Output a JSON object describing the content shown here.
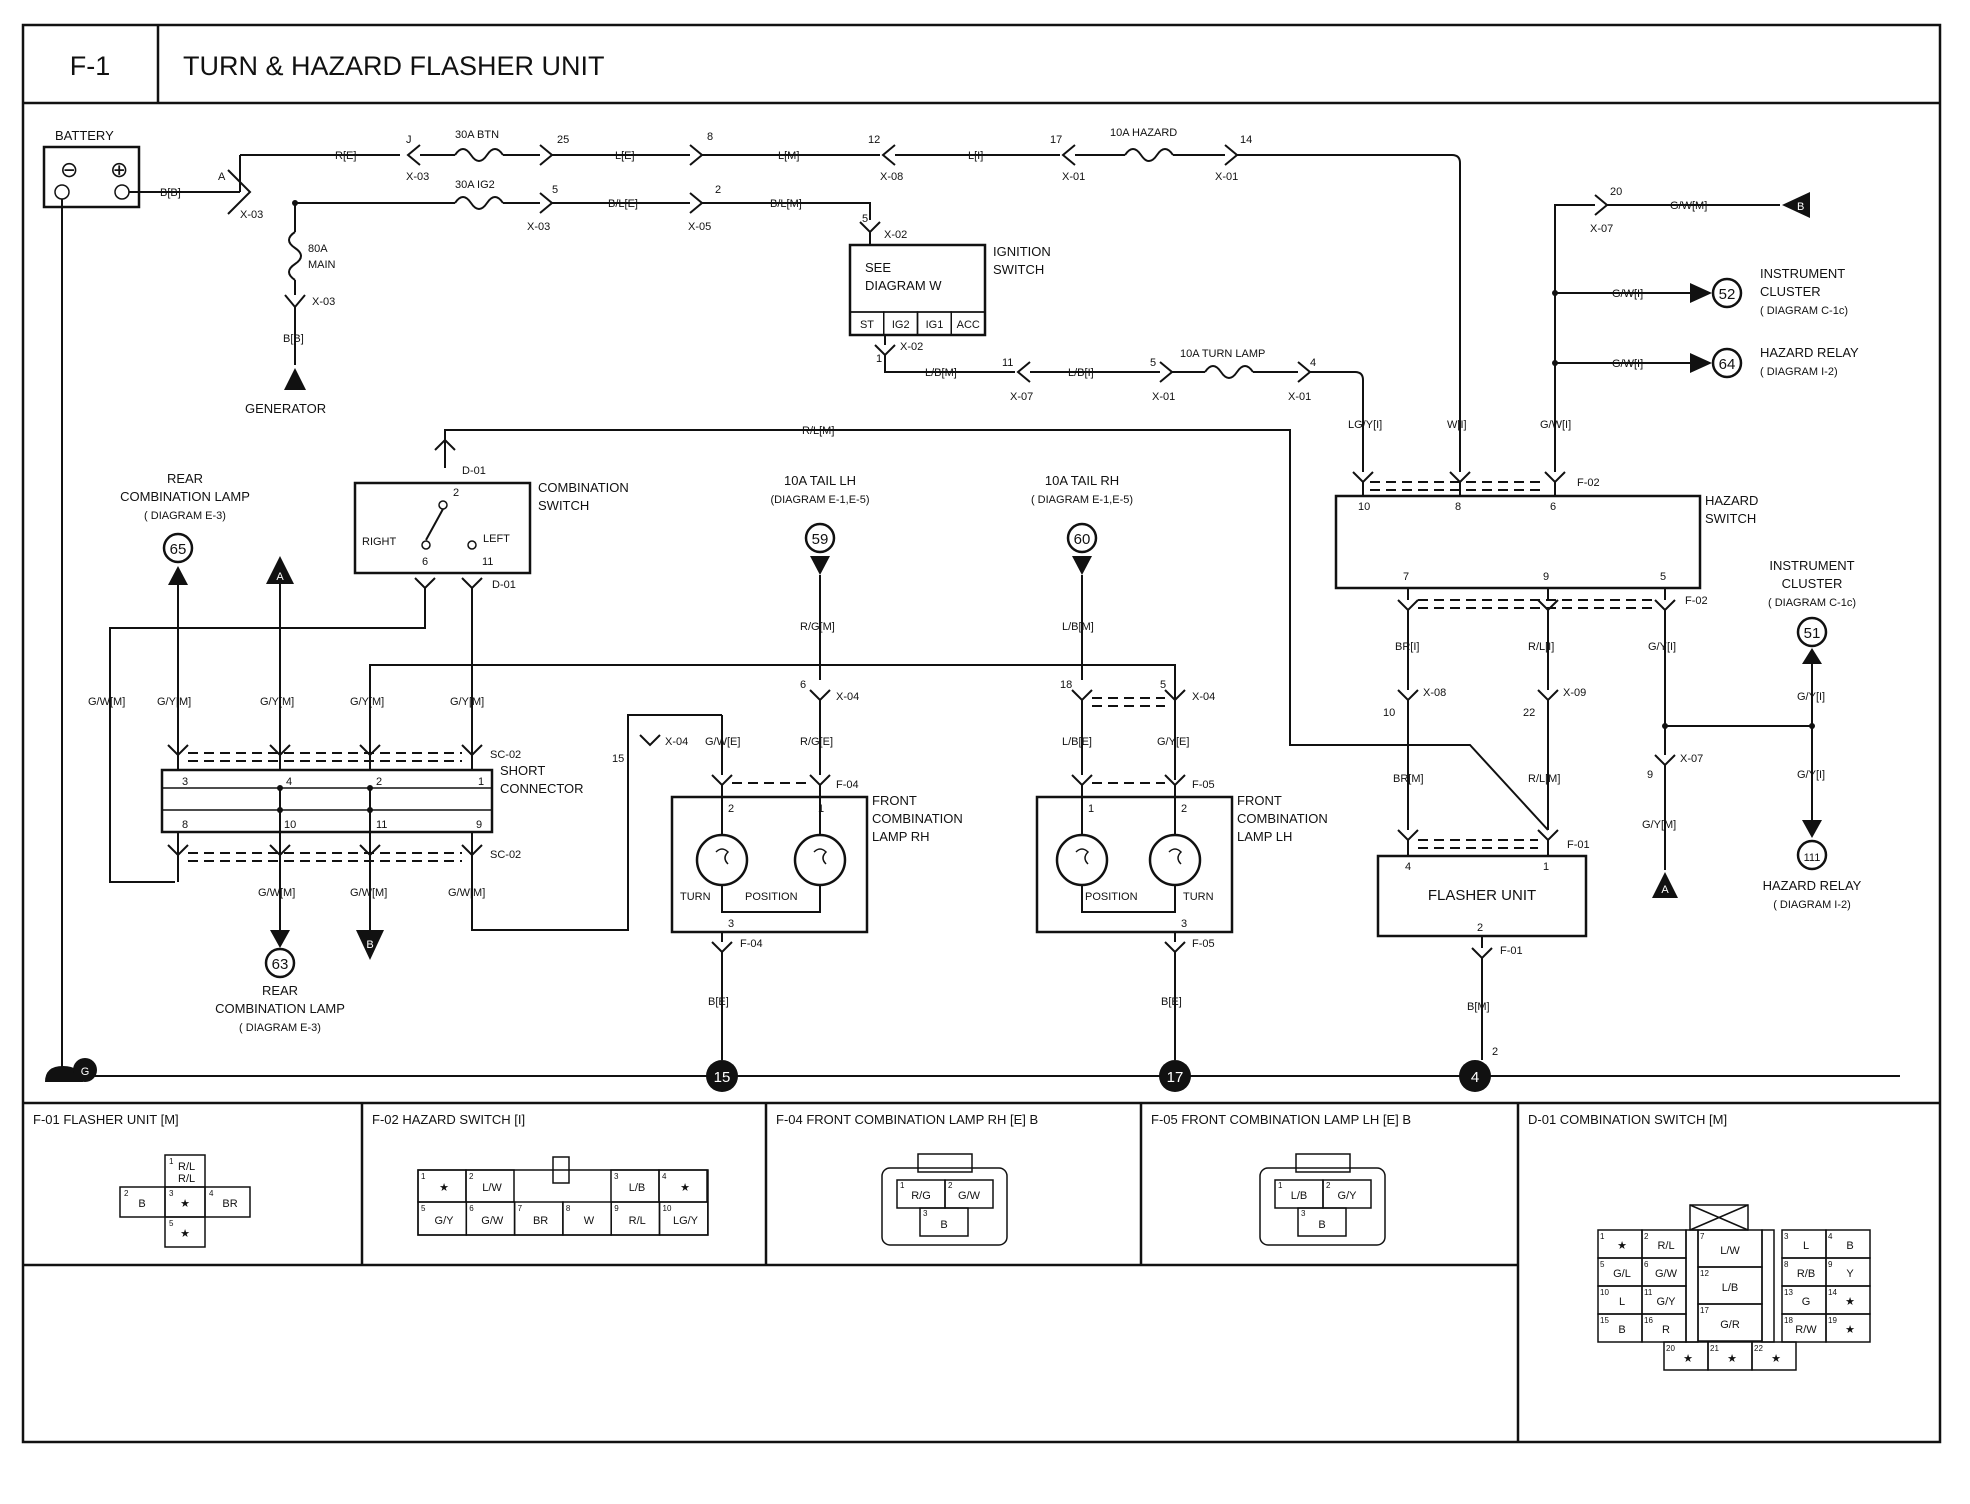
{
  "header": {
    "code": "F-1",
    "title": "TURN & HAZARD FLASHER UNIT"
  },
  "battery": {
    "label": "BATTERY",
    "plus": "⊕",
    "minus": "⊖"
  },
  "wires": {
    "r_e": "R[E]",
    "b_b": "B[B]",
    "l_e": "L[E]",
    "l_m": "L[M]",
    "l_i": "L[I]",
    "bl_e": "B/L[E]",
    "bl_m": "B/L[M]",
    "b_b2": "B[B]",
    "lb_m": "L/B[M]",
    "lb_i": "L/B[I]",
    "gw_m_top": "G/W[M]",
    "gw_i_52": "G/W[I]",
    "gw_i_64": "G/W[I]",
    "gw_i_hz": "G/W[I]",
    "lgy_i": "LG/Y[I]",
    "w_i": "W[I]",
    "rl_m": "R/L[M]",
    "br_i": "BR[I]",
    "rl_i": "R/L[I]",
    "gy_i": "G/Y[I]",
    "br_m": "BR[M]",
    "rl_m2": "R/L[M]",
    "gy_m_r": "G/Y[M]",
    "gy_i_51": "G/Y[I]",
    "gy_i_111": "G/Y[I]",
    "b_m": "B[M]",
    "gw_m_l": "G/W[M]",
    "gy_m1": "G/Y[M]",
    "gy_m2": "G/Y[M]",
    "gy_m3": "G/Y[M]",
    "gy_m4": "G/Y[M]",
    "gw_m_b1": "G/W[M]",
    "gw_m_b2": "G/W[M]",
    "gw_m_b3": "G/W[M]",
    "gw_e": "G/W[E]",
    "rg_e": "R/G[E]",
    "rg_m": "R/G[M]",
    "lb_m2": "L/B[M]",
    "lb_e": "L/B[E]",
    "gy_e": "G/Y[E]",
    "b_e1": "B[E]",
    "b_e2": "B[E]"
  },
  "connectors": {
    "j": "J",
    "x03a": "X-03",
    "x03b": "X-03",
    "x03c": "X-03",
    "x03d": "X-03",
    "x05": "X-05",
    "x08a": "X-08",
    "x01a": "X-01",
    "x01b": "X-01",
    "x01c": "X-01",
    "x01d": "X-01",
    "x02a": "X-02",
    "x02b": "X-02",
    "x07a": "X-07",
    "x07b": "X-07",
    "x07c": "X-07",
    "x08b": "X-08",
    "x09": "X-09",
    "x04a": "X-04",
    "x04b": "X-04",
    "x04c": "X-04",
    "d01a": "D-01",
    "d01b": "D-01",
    "sc02a": "SC-02",
    "sc02b": "SC-02",
    "f02a": "F-02",
    "f02b": "F-02",
    "f01a": "F-01",
    "f01b": "F-01",
    "f04a": "F-04",
    "f04b": "F-04",
    "f05a": "F-05",
    "f05b": "F-05",
    "a": "A",
    "n25": "25",
    "n8": "8",
    "n12": "12",
    "n17": "17",
    "n14": "14",
    "n5a": "5",
    "n2a": "2",
    "n5b": "5",
    "n1a": "1",
    "n11": "11",
    "n5c": "5",
    "n4": "4",
    "n20": "20",
    "n10a": "10",
    "n8b": "8",
    "n6a": "6",
    "n7": "7",
    "n9a": "9",
    "n5d": "5",
    "n10b": "10",
    "n22": "22",
    "n9b": "9",
    "n4b": "4",
    "n1b": "1",
    "n2b": "2",
    "n15": "15",
    "n6b": "6",
    "n1c": "1",
    "n2c": "2",
    "n18": "18",
    "n5e": "5",
    "n1d": "1",
    "n2d": "2",
    "n3a": "3",
    "n3b": "3",
    "n2e": "2",
    "n6c": "6",
    "n11b": "11",
    "sc3": "3",
    "sc4": "4",
    "sc2": "2",
    "sc1": "1",
    "sc8": "8",
    "sc10": "10",
    "sc11": "11",
    "sc9": "9",
    "gnd2": "2"
  },
  "fuses": {
    "btn": "30A BTN",
    "ig2": "30A IG2",
    "main_a": "80A",
    "main_b": "MAIN",
    "hazard": "10A HAZARD",
    "turn": "10A TURN LAMP"
  },
  "components": {
    "generator": "GENERATOR",
    "ign_see": "SEE",
    "ign_diag": "DIAGRAM  W",
    "ign_name1": "IGNITION",
    "ign_name2": "SWITCH",
    "ign_pins": [
      "ST",
      "IG2",
      "IG1",
      "ACC"
    ],
    "comb_sw1": "COMBINATION",
    "comb_sw2": "SWITCH",
    "right": "RIGHT",
    "left": "LEFT",
    "short_con1": "SHORT",
    "short_con2": "CONNECTOR",
    "hazard_sw1": "HAZARD",
    "hazard_sw2": "SWITCH",
    "flasher": "FLASHER UNIT",
    "fcl_rh1": "FRONT",
    "fcl_rh2": "COMBINATION",
    "fcl_rh3": "LAMP RH",
    "fcl_lh1": "FRONT",
    "fcl_lh2": "COMBINATION",
    "fcl_lh3": "LAMP LH",
    "turn": "TURN",
    "position": "POSITION",
    "position2": "POSITION",
    "turn2": "TURN"
  },
  "refs": {
    "r65_a": "REAR",
    "r65_b": "COMBINATION LAMP",
    "r65_c": "( DIAGRAM  E-3)",
    "r65": "65",
    "r63_a": "REAR",
    "r63_b": "COMBINATION LAMP",
    "r63_c": "( DIAGRAM  E-3)",
    "r63": "63",
    "r59_a": "10A TAIL LH",
    "r59_b": "(DIAGRAM  E-1,E-5)",
    "r59": "59",
    "r60_a": "10A TAIL RH",
    "r60_b": "( DIAGRAM  E-1,E-5)",
    "r60": "60",
    "r52_a": "INSTRUMENT",
    "r52_b": "CLUSTER",
    "r52_c": "( DIAGRAM  C-1c)",
    "r52": "52",
    "r64_a": "HAZARD RELAY",
    "r64_b": "( DIAGRAM  I-2)",
    "r64": "64",
    "r51_a": "INSTRUMENT",
    "r51_b": "CLUSTER",
    "r51_c": "( DIAGRAM  C-1c)",
    "r51": "51",
    "r111_a": "HAZARD RELAY",
    "r111_b": "( DIAGRAM  I-2)",
    "r111": "111",
    "tri_a1": "A",
    "tri_a2": "A",
    "tri_b1": "B",
    "tri_b2": "B",
    "g": "G",
    "gnd15": "15",
    "gnd17": "17",
    "gnd4": "4"
  },
  "connector_views": {
    "f01": {
      "title": "F-01 FLASHER UNIT [M]",
      "c1": "R/L",
      "c1b": "R/L",
      "c2": "B",
      "c3": "★",
      "c4": "BR",
      "c5": "★",
      "n1": "1",
      "n2": "2",
      "n3": "3",
      "n4": "4",
      "n5": "5"
    },
    "f02": {
      "title": "F-02 HAZARD SWITCH [I]",
      "top": [
        "★",
        "L/W",
        "",
        "L/B",
        "★"
      ],
      "bot": [
        "G/Y",
        "G/W",
        "BR",
        "W",
        "R/L",
        "LG/Y"
      ],
      "tn": [
        "1",
        "2",
        "3",
        "4"
      ],
      "bn": [
        "5",
        "6",
        "7",
        "8",
        "9",
        "10"
      ]
    },
    "f04": {
      "title": "F-04 FRONT COMBINATION LAMP RH [E] B",
      "c1": "R/G",
      "c2": "G/W",
      "c3": "B",
      "n1": "1",
      "n2": "2",
      "n3": "3"
    },
    "f05": {
      "title": "F-05 FRONT COMBINATION LAMP LH [E] B",
      "c1": "L/B",
      "c2": "G/Y",
      "c3": "B",
      "n1": "1",
      "n2": "2",
      "n3": "3"
    },
    "d01": {
      "title": "D-01 COMBINATION SWITCH [M]",
      "left": [
        [
          "★",
          "R/L"
        ],
        [
          "G/L",
          "G/W"
        ],
        [
          "L",
          "G/Y"
        ],
        [
          "B",
          "R"
        ]
      ],
      "leftn": [
        [
          "1",
          "2"
        ],
        [
          "5",
          "6"
        ],
        [
          "10",
          "11"
        ],
        [
          "15",
          "16"
        ]
      ],
      "mid": [
        "L/W",
        "L/B",
        "G/R"
      ],
      "midn": [
        "7",
        "12",
        "17"
      ],
      "right": [
        [
          "L",
          "B"
        ],
        [
          "R/B",
          "Y"
        ],
        [
          "G",
          "★"
        ],
        [
          "R/W",
          "★"
        ]
      ],
      "rightn": [
        [
          "3",
          "4"
        ],
        [
          "8",
          "9"
        ],
        [
          "13",
          "14"
        ],
        [
          "18",
          "19"
        ]
      ],
      "bottom": [
        "★",
        "★",
        "★"
      ],
      "bottomn": [
        "20",
        "21",
        "22"
      ]
    }
  }
}
